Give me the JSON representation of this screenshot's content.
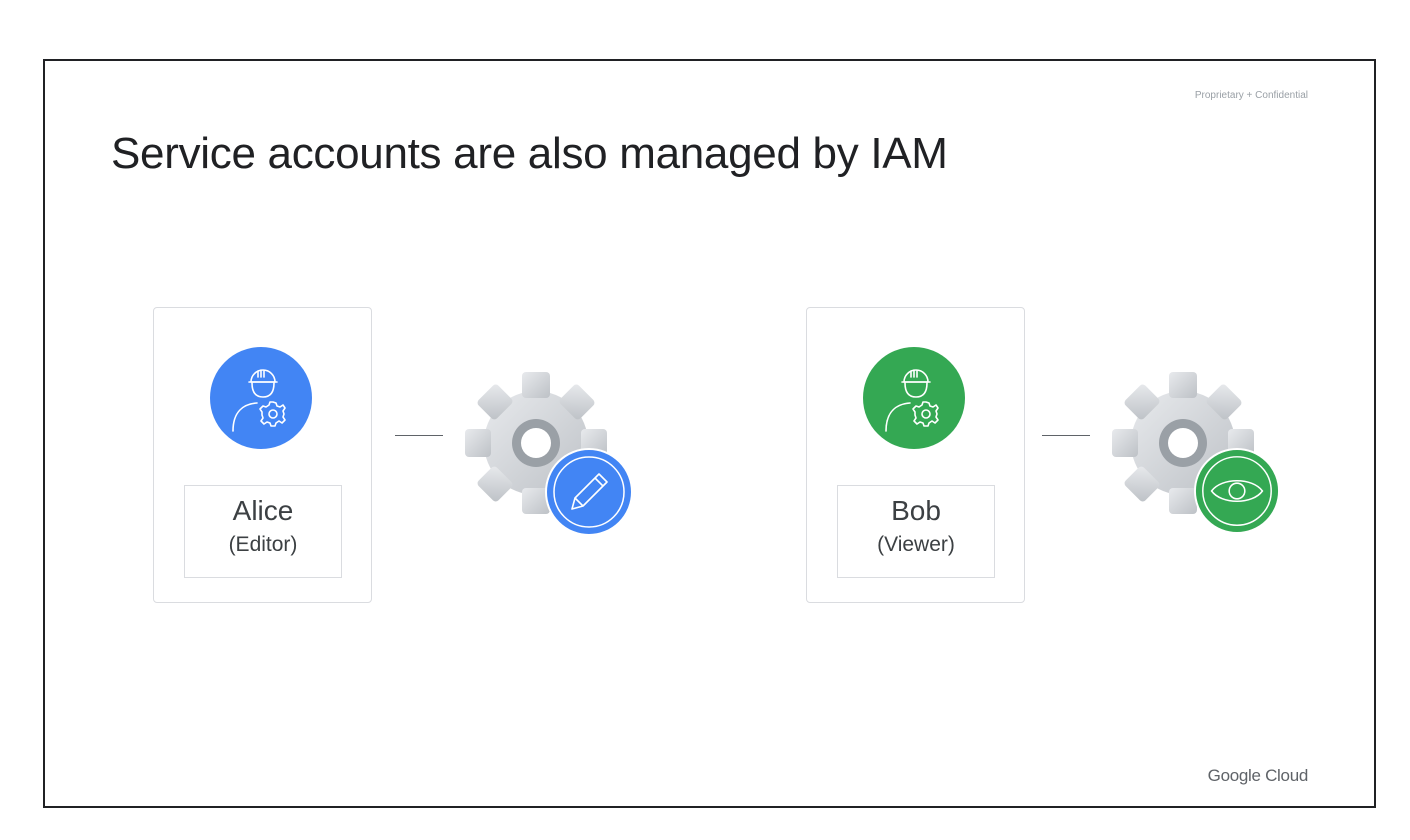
{
  "slide": {
    "confidential": "Proprietary + Confidential",
    "title": "Service accounts are also managed by IAM",
    "footer": "Google Cloud"
  },
  "roles": [
    {
      "name": "Alice",
      "role": "(Editor)",
      "color": "#4285f4",
      "badge_icon": "pencil-icon"
    },
    {
      "name": "Bob",
      "role": "(Viewer)",
      "color": "#34a853",
      "badge_icon": "eye-icon"
    }
  ]
}
